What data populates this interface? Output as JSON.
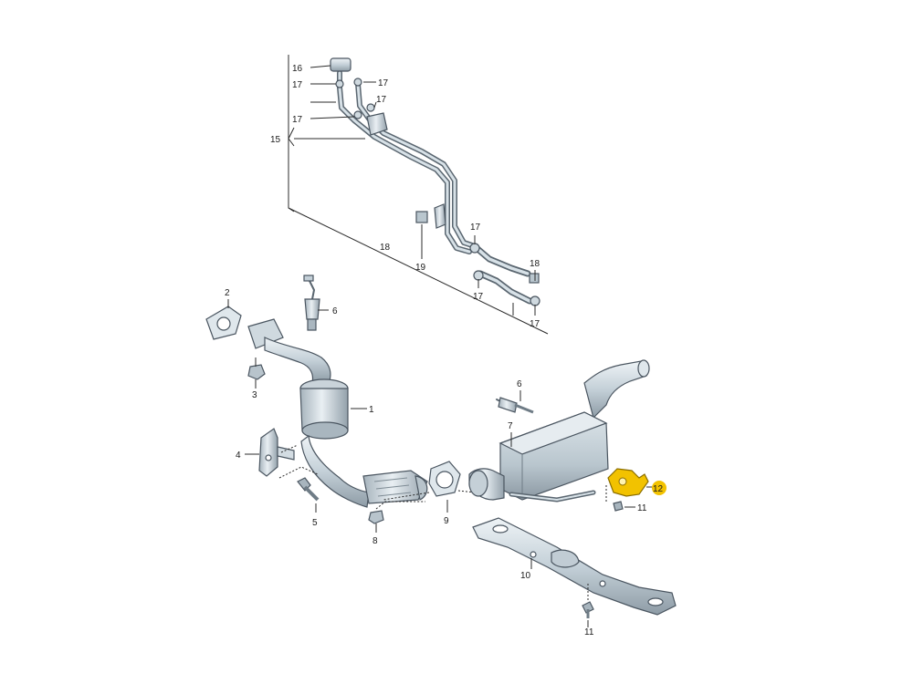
{
  "highlight_color": "#f2c200",
  "callouts": {
    "c1": "1",
    "c2": "2",
    "c3": "3",
    "c4": "4",
    "c5": "5",
    "c6a": "6",
    "c6b": "6",
    "c7": "7",
    "c8": "8",
    "c9": "9",
    "c10": "10",
    "c11a": "11",
    "c11b": "11",
    "c12": "12",
    "c15": "15",
    "c16": "16",
    "c17a": "17",
    "c17b": "17",
    "c17c": "17",
    "c17d": "17",
    "c17e": "17",
    "c17f": "17",
    "c17g": "17",
    "c18a": "18",
    "c18b": "18",
    "c19": "19"
  },
  "icons": {
    "catalytic_converter": "catalytic-converter-icon",
    "silencer": "rear-silencer-icon",
    "bracket": "mounting-bracket-icon",
    "gasket": "gasket-icon",
    "lambda_probe": "lambda-probe-icon",
    "nut": "nut-icon",
    "bolt": "bolt-icon",
    "crossmember": "crossmember-icon",
    "clamp": "hose-clamp-icon",
    "pressure_lines": "pressure-line-icon"
  }
}
